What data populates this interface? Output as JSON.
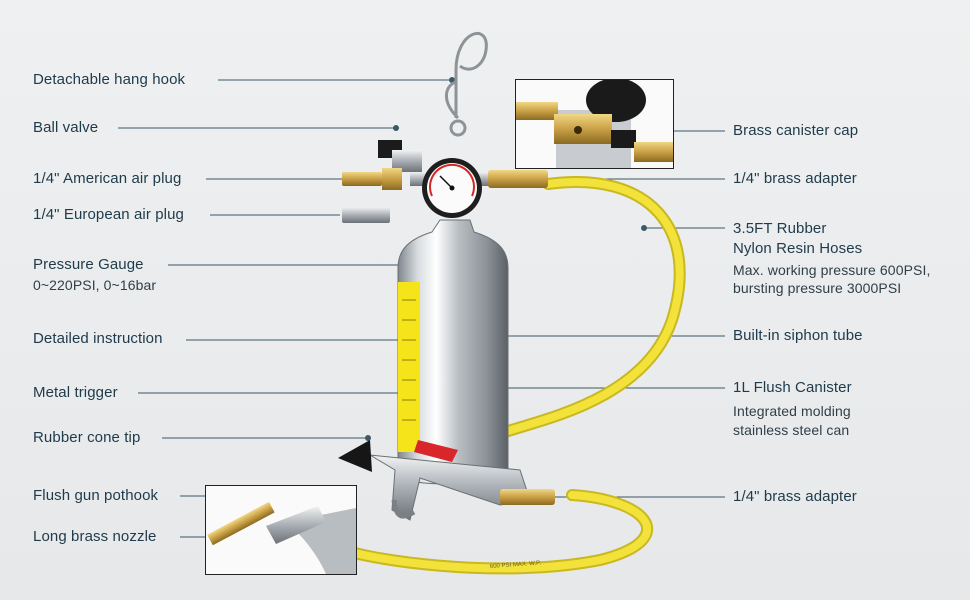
{
  "left_labels": {
    "hang_hook": "Detachable hang hook",
    "ball_valve": "Ball valve",
    "american_plug": "1/4\" American air plug",
    "european_plug": "1/4\" European air plug",
    "pressure_gauge": "Pressure Gauge",
    "pressure_gauge_range": "0~220PSI, 0~16bar",
    "instruction": "Detailed instruction",
    "metal_trigger": "Metal trigger",
    "cone_tip": "Rubber cone tip",
    "pothook": "Flush gun pothook",
    "nozzle": "Long brass nozzle"
  },
  "right_labels": {
    "brass_cap": "Brass canister cap",
    "adapter_top": "1/4\" brass adapter",
    "hoses_line1": "3.5FT Rubber",
    "hoses_line2": "Nylon Resin Hoses",
    "hoses_spec1": "Max. working pressure 600PSI,",
    "hoses_spec2": "bursting pressure 3000PSI",
    "siphon": "Built-in siphon tube",
    "canister": "1L Flush Canister",
    "canister_spec1": "Integrated molding",
    "canister_spec2": "stainless steel can",
    "adapter_bottom": "1/4\" brass adapter"
  },
  "hose_print": "600 PSI   MAX.  W.P.",
  "colors": {
    "label_text": "#1f3a4a",
    "leader_line": "#3c5866",
    "hose_yellow": "#f2e23a",
    "brass": "#c9a045",
    "trigger_red": "#d8262a"
  }
}
